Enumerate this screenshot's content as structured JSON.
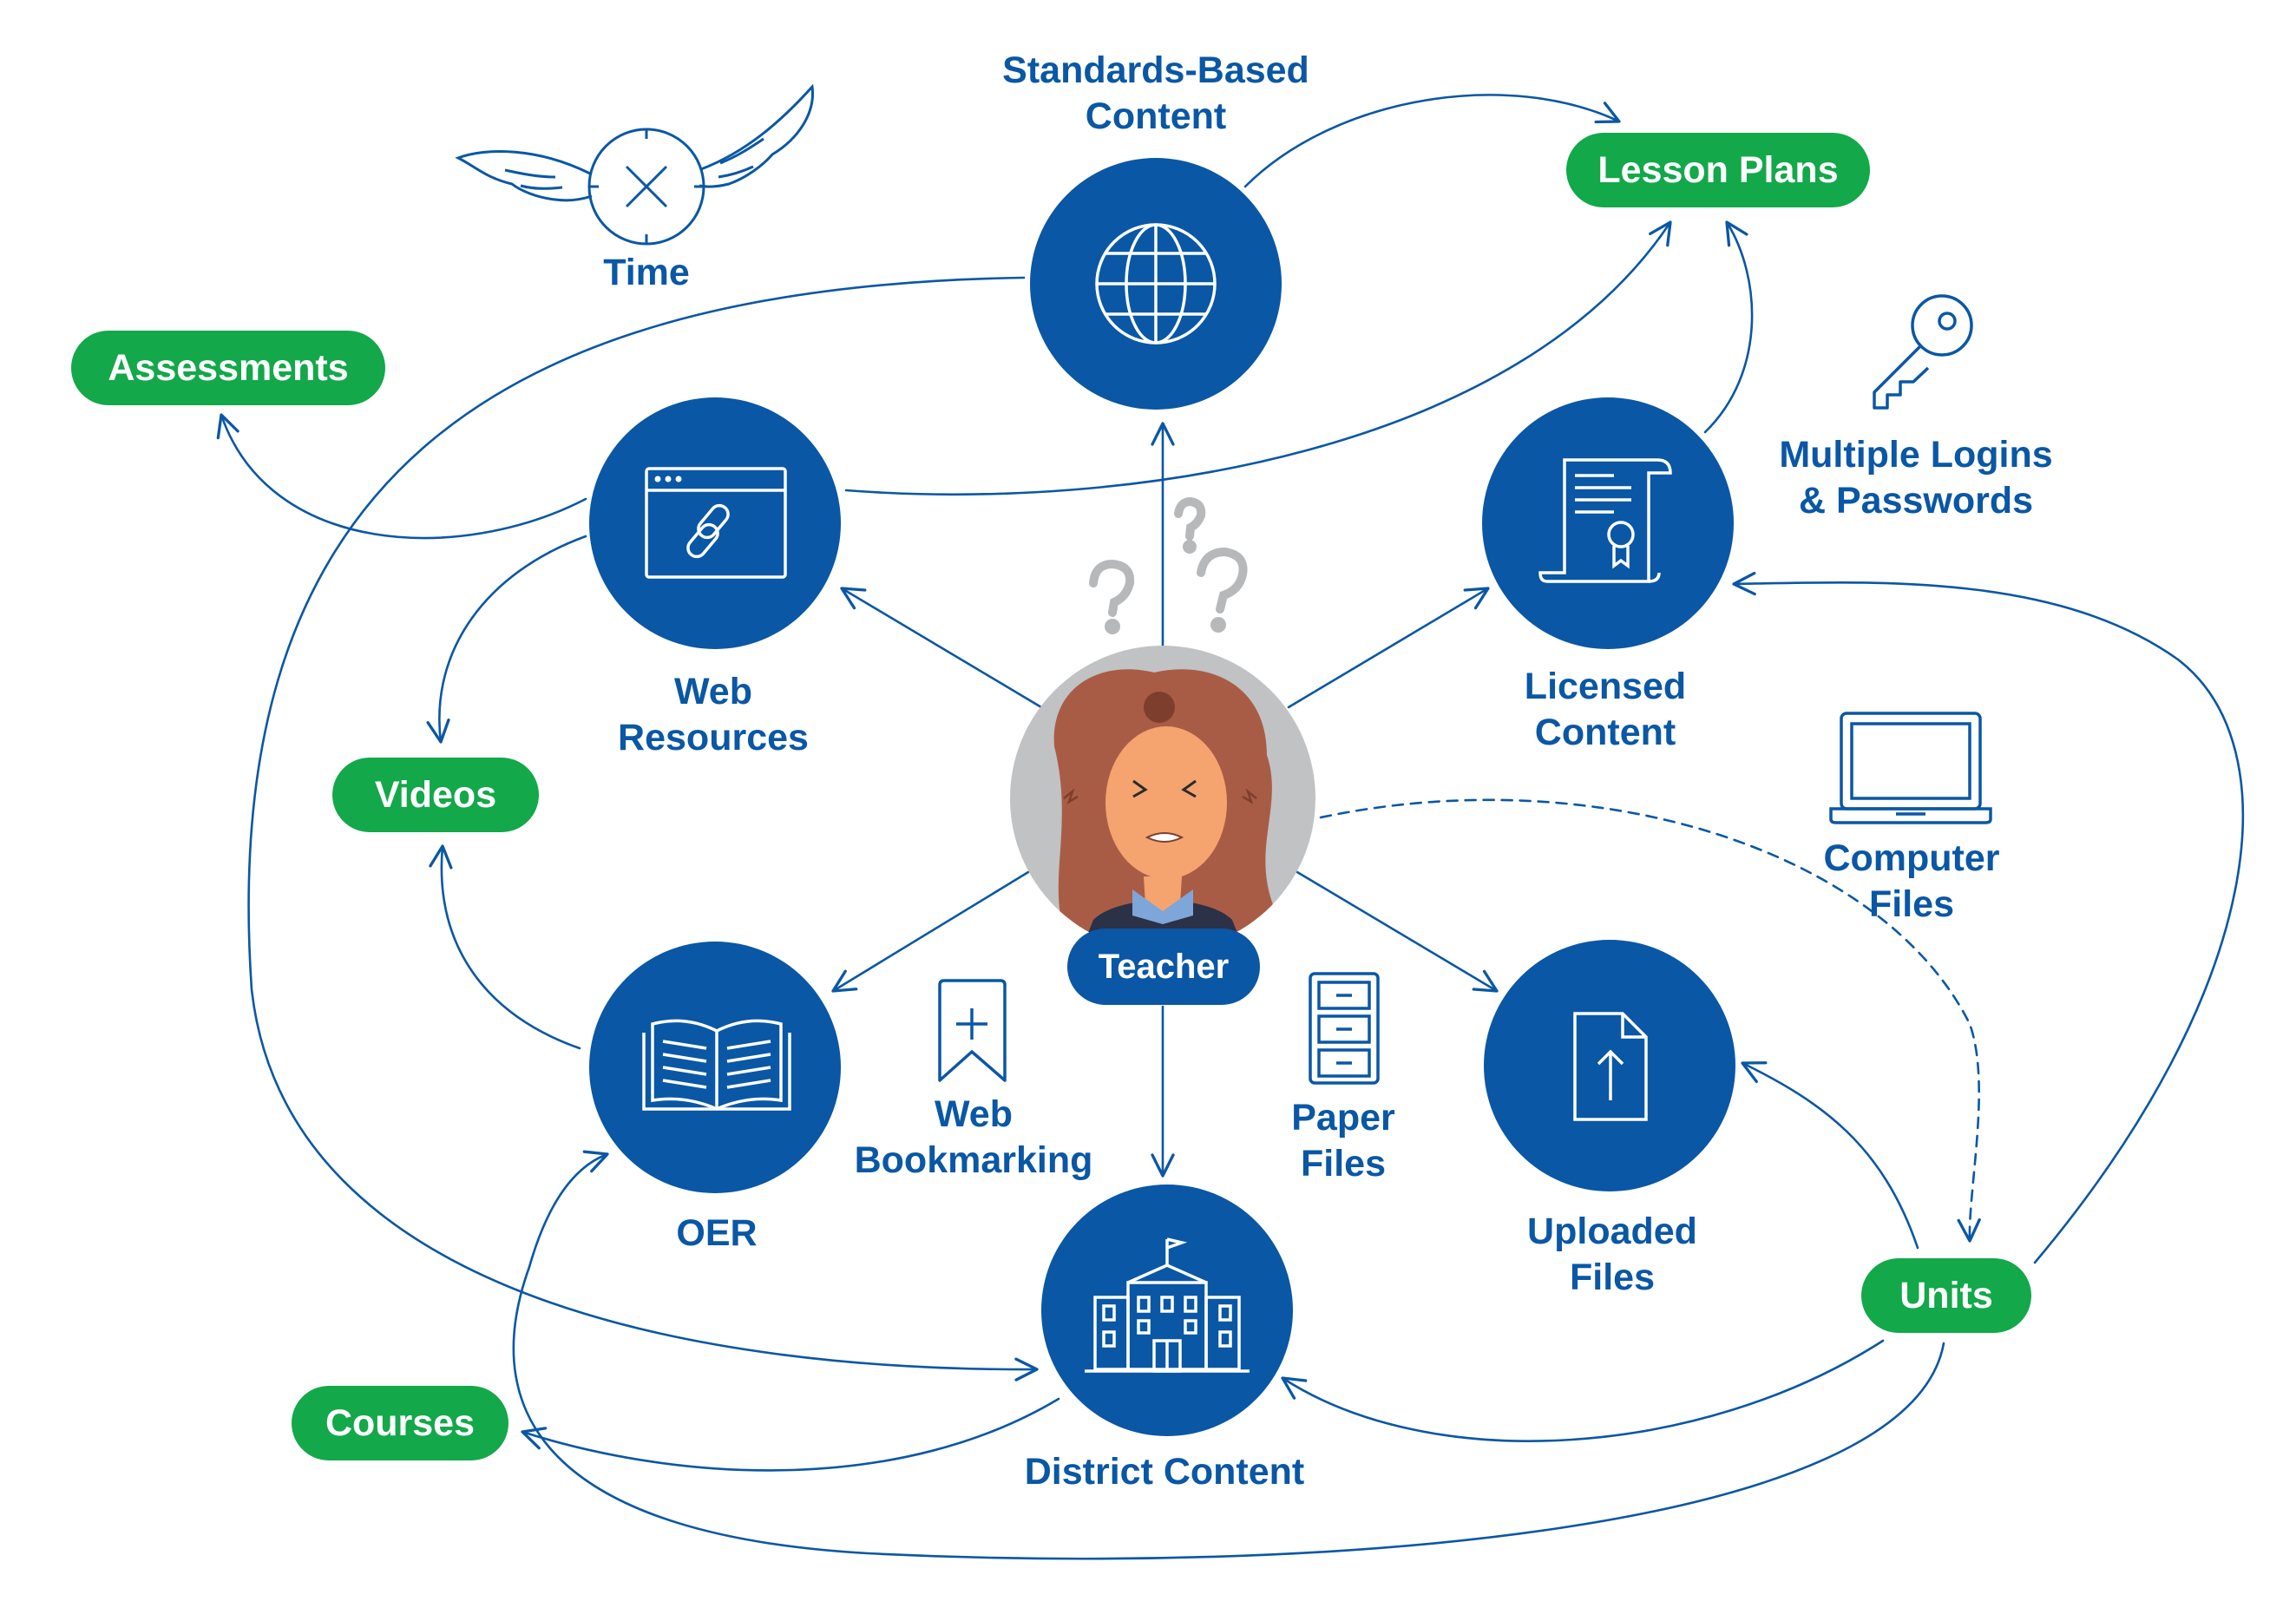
{
  "colors": {
    "primary_blue": "#0a57a5",
    "green": "#13a84a",
    "gray_circle": "#c1c2c4",
    "question_gray": "#b7b8ba"
  },
  "nodes": {
    "standards": {
      "line1": "Standards-Based",
      "line2": "Content",
      "icon": "globe-icon"
    },
    "web_resources": {
      "line1": "Web",
      "line2": "Resources",
      "icon": "browser-link-icon"
    },
    "licensed": {
      "line1": "Licensed",
      "line2": "Content",
      "icon": "certificate-scroll-icon"
    },
    "oer": {
      "line1": "OER",
      "icon": "open-book-icon"
    },
    "uploaded": {
      "line1": "Uploaded",
      "line2": "Files",
      "icon": "upload-file-icon"
    },
    "district": {
      "line1": "District Content",
      "icon": "school-building-icon"
    }
  },
  "teacher": {
    "label": "Teacher",
    "icon": "stressed-teacher-avatar"
  },
  "pills": {
    "lesson_plans": "Lesson Plans",
    "assessments": "Assessments",
    "videos": "Videos",
    "courses": "Courses",
    "units": "Units"
  },
  "side_items": {
    "time": {
      "label": "Time",
      "icon": "winged-clock-icon"
    },
    "logins": {
      "line1": "Multiple Logins",
      "line2": "& Passwords",
      "icon": "key-icon"
    },
    "computer": {
      "line1": "Computer",
      "line2": "Files",
      "icon": "laptop-icon"
    },
    "bookmarking": {
      "line1": "Web",
      "line2": "Bookmarking",
      "icon": "bookmark-icon"
    },
    "paper": {
      "line1": "Paper",
      "line2": "Files",
      "icon": "file-cabinet-icon"
    }
  }
}
